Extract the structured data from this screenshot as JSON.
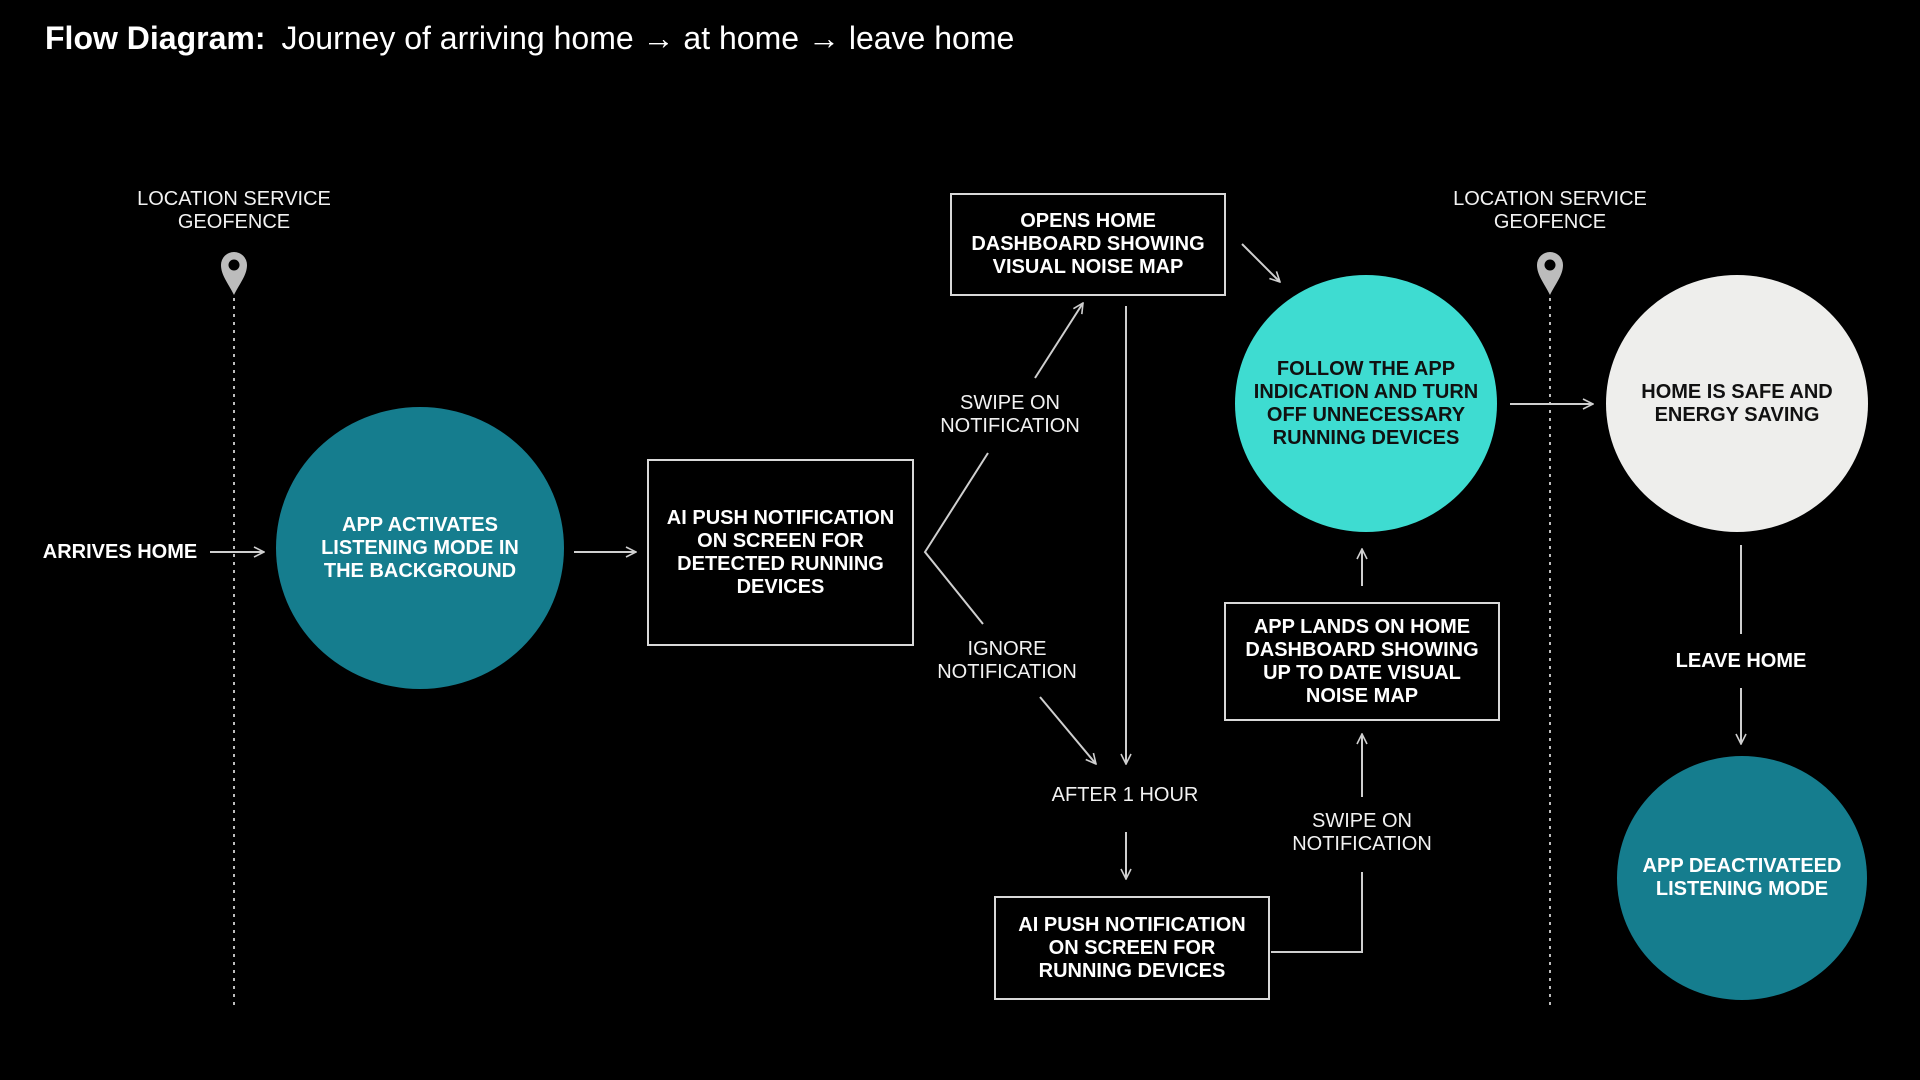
{
  "title": {
    "bold": "Flow Diagram:",
    "text": "Journey of arriving home → at home → leave home"
  },
  "colors": {
    "background": "#000000",
    "teal_dark": "#157d8e",
    "teal_light": "#3edcd1",
    "off_white": "#eeeeec",
    "line": "#cfcfcf"
  },
  "geofence_left": {
    "line1": "LOCATION SERVICE",
    "line2": "GEOFENCE",
    "icon": "map-pin-icon"
  },
  "geofence_right": {
    "line1": "LOCATION SERVICE",
    "line2": "GEOFENCE",
    "icon": "map-pin-icon"
  },
  "nodes": {
    "arrives_home": "ARRIVES HOME",
    "app_activates": "APP ACTIVATES LISTENING MODE IN THE BACKGROUND",
    "ai_push_detected": "AI PUSH NOTIFICATION ON SCREEN FOR DETECTED RUNNING DEVICES",
    "opens_dashboard": "OPENS HOME DASHBOARD SHOWING VISUAL NOISE MAP",
    "follow_app": "FOLLOW THE APP INDICATION AND TURN OFF UNNECESSARY RUNNING DEVICES",
    "home_safe": "HOME IS SAFE AND ENERGY SAVING",
    "app_lands": "APP LANDS ON HOME DASHBOARD SHOWING UP TO DATE VISUAL NOISE MAP",
    "ai_push_running": "AI PUSH NOTIFICATION ON SCREEN FOR RUNNING DEVICES",
    "leave_home": "LEAVE HOME",
    "app_deactivated": "APP DEACTIVATEED LISTENING MODE"
  },
  "edge_labels": {
    "swipe_on_1": {
      "line1": "SWIPE ON",
      "line2": "NOTIFICATION"
    },
    "ignore": {
      "line1": "IGNORE",
      "line2": "NOTIFICATION"
    },
    "after_hour": "AFTER 1 HOUR",
    "swipe_on_2": {
      "line1": "SWIPE ON",
      "line2": "NOTIFICATION"
    }
  }
}
